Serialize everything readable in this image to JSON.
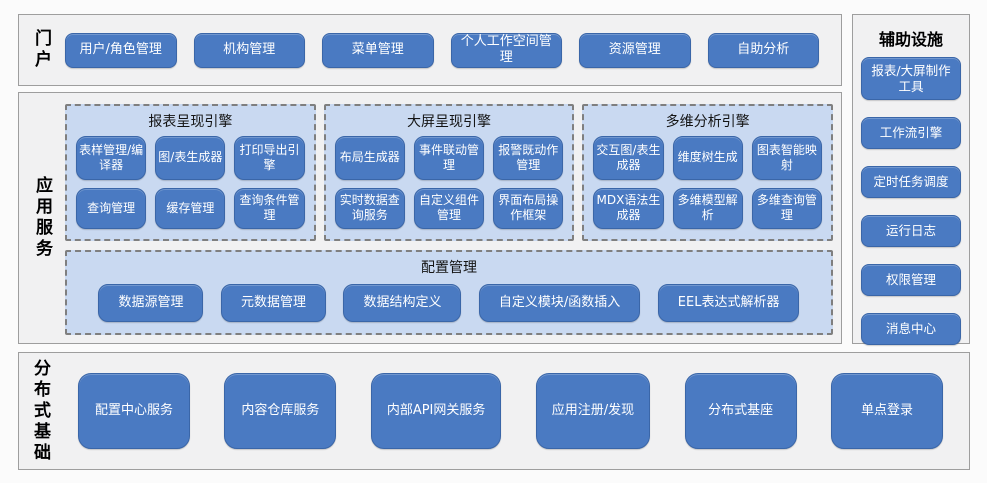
{
  "portal": {
    "label": "门户",
    "items": [
      "用户/角色管理",
      "机构管理",
      "菜单管理",
      "个人工作空间管理",
      "资源管理",
      "自助分析"
    ]
  },
  "app_services": {
    "label": "应用服务",
    "engines": [
      {
        "title": "报表呈现引擎",
        "items": [
          "表样管理/编译器",
          "图/表生成器",
          "打印导出引擎",
          "查询管理",
          "缓存管理",
          "查询条件管理"
        ]
      },
      {
        "title": "大屏呈现引擎",
        "items": [
          "布局生成器",
          "事件联动管理",
          "报警既动作管理",
          "实时数据查询服务",
          "自定义组件管理",
          "界面布局操作框架"
        ]
      },
      {
        "title": "多维分析引擎",
        "items": [
          "交互图/表生成器",
          "维度树生成",
          "图表智能映射",
          "MDX语法生成器",
          "多维模型解析",
          "多维查询管理"
        ]
      }
    ],
    "config": {
      "title": "配置管理",
      "items": [
        "数据源管理",
        "元数据管理",
        "数据结构定义",
        "自定义模块/函数插入",
        "EEL表达式解析器"
      ]
    }
  },
  "auxiliary": {
    "title": "辅助设施",
    "items": [
      "报表/大屏制作工具",
      "工作流引擎",
      "定时任务调度",
      "运行日志",
      "权限管理",
      "消息中心"
    ]
  },
  "distributed": {
    "label": "分布式基础",
    "items": [
      "配置中心服务",
      "内容仓库服务",
      "内部API网关服务",
      "应用注册/发现",
      "分布式基座",
      "单点登录"
    ]
  },
  "colors": {
    "block_blue": "#4a7ac2",
    "block_border": "#3a66a8",
    "group_bg": "#c9d9f1",
    "panel_bg": "#f1f1f2"
  }
}
